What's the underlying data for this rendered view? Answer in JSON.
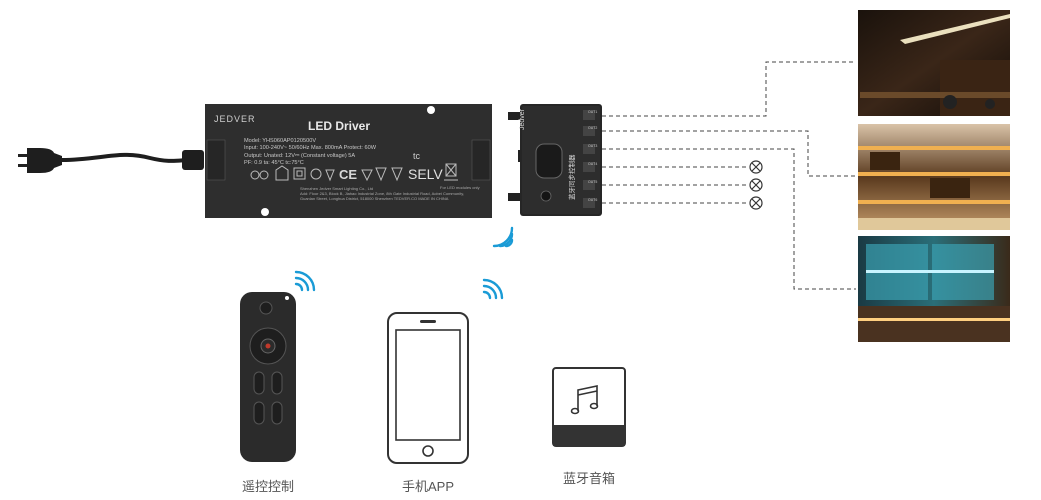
{
  "driver": {
    "brand": "JEDVER",
    "title": "LED Driver",
    "spec_lines": [
      "Model: YHS060AP0120500V",
      "Input: 100-240V~ 50/60Hz Max. 800mA  Protect: 60W",
      "Output: Unated:  12V⎓  (Constant voltage)  5A",
      "PF: 0.9  ta: 45°C  tc:75°C"
    ],
    "tc_mark": "tc",
    "ce_mark": "CE",
    "selv_mark": "SELV",
    "footer_lines": [
      "Shenzhen Jedver Smart Lighting Co., Ltd",
      "Add: Floor 2&3, Block B, Jiahao Industrial Zone, 8th Gate Industrial Road, Aobei Community,",
      "Guanlan Street, Longhua District, 518000         Shenzhen  TEDVER.CO   MADE IN CHINA"
    ],
    "led_only_note": "For LED modules only"
  },
  "receiver": {
    "brand": "Jedver",
    "channel_text": "蓝牙同步控制器",
    "port_labels": [
      "OUT1",
      "OUT2",
      "OUT3",
      "OUT4",
      "OUT5",
      "OUT6"
    ]
  },
  "devices": {
    "remote_label": "遥控控制",
    "app_label": "手机APP",
    "speaker_label": "蓝牙音箱"
  },
  "icons": {
    "plug": "power-plug-icon",
    "wifi": "wireless-signal-icon",
    "lamp": "lamp-x-icon",
    "music": "music-note-icon"
  },
  "colors": {
    "signal": "#1a9bd6",
    "device_body": "#2b2b2b",
    "line": "#444444"
  }
}
